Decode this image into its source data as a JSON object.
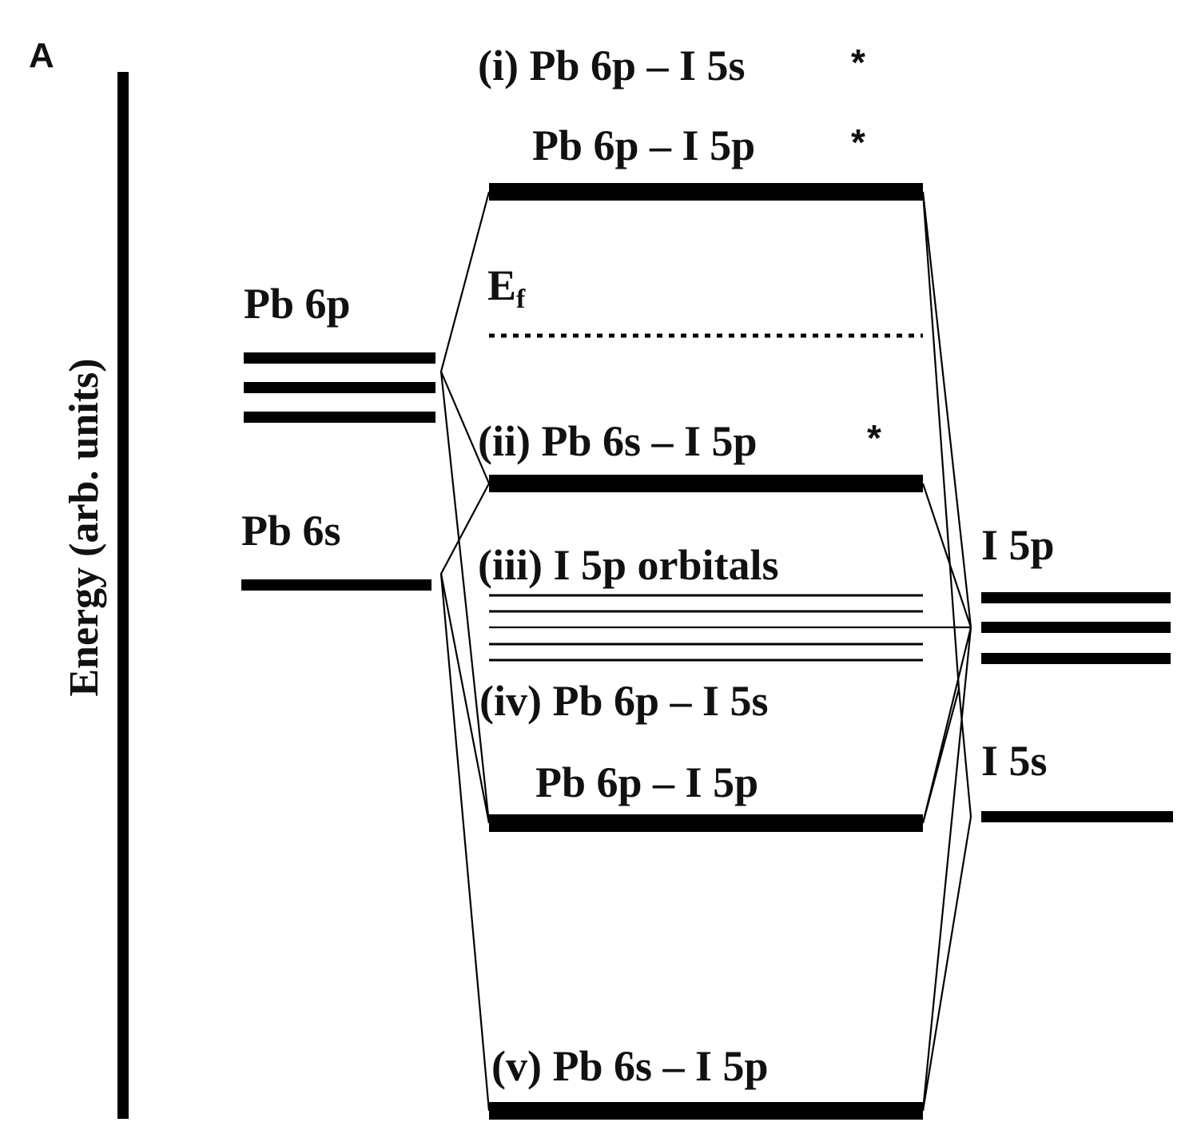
{
  "panel_label": "A",
  "axis_label": "Energy (arb. units)",
  "atomic_levels": {
    "pb_6p": "Pb 6p",
    "pb_6s": "Pb 6s",
    "i_5p": "I 5p",
    "i_5s": "I 5s"
  },
  "molecular_levels": {
    "mo_i": "(i) Pb 6p – I 5s",
    "mo_i_line2": "Pb 6p – I 5p",
    "fermi_main": "E",
    "fermi_sub": "f",
    "mo_ii": "(ii) Pb 6s – I 5p",
    "mo_iii": "(iii) I 5p orbitals",
    "mo_iv": "(iv) Pb 6p – I 5s",
    "mo_iv_line2": "Pb 6p – I 5p",
    "mo_v": "(v) Pb 6s – I 5p"
  },
  "antibonding_mark": "*"
}
